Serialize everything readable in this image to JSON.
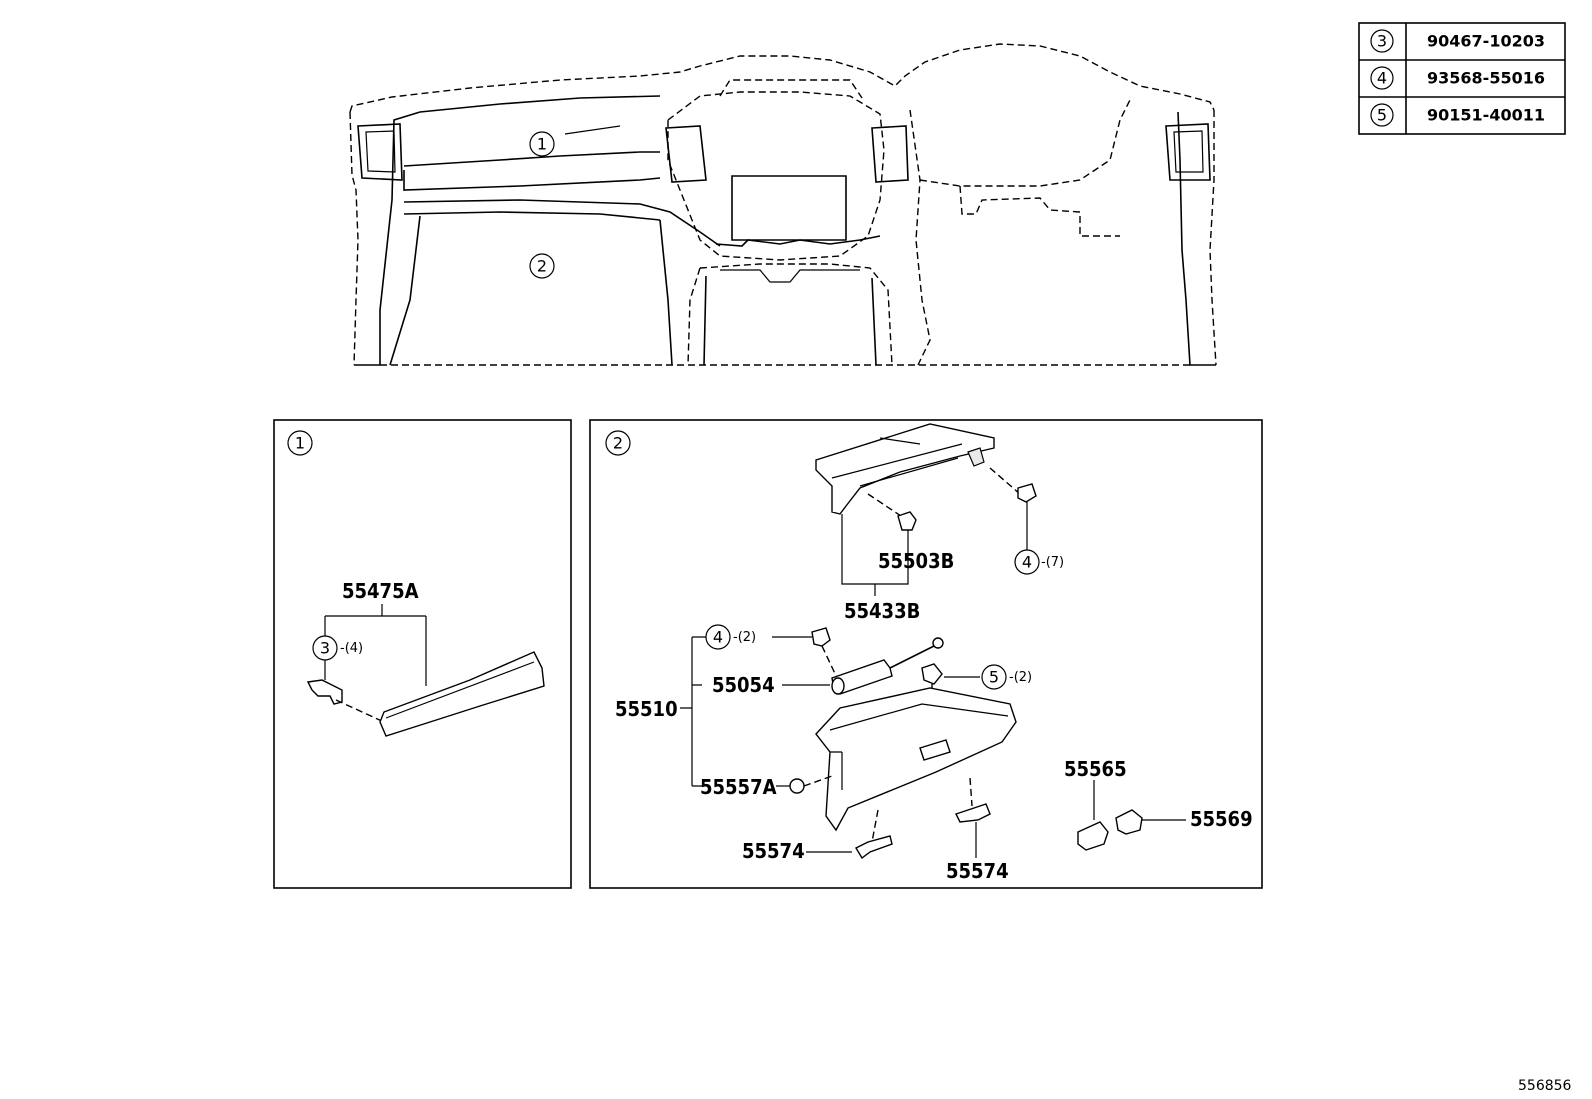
{
  "parts_table": [
    {
      "ref": "3",
      "part_no": "90467-10203"
    },
    {
      "ref": "4",
      "part_no": "93568-55016"
    },
    {
      "ref": "5",
      "part_no": "90151-40011"
    }
  ],
  "overview": {
    "ref_1": "1",
    "ref_2": "2"
  },
  "panel_1": {
    "ref": "1",
    "part_55475A": "55475A",
    "clip_ref": "3",
    "clip_qty": "-(4)"
  },
  "panel_2": {
    "ref": "2",
    "part_55503B": "55503B",
    "part_55433B": "55433B",
    "screw_ref_top": "4",
    "screw_qty_top": "-(7)",
    "screw_ref_mid": "4",
    "screw_qty_mid": "-(2)",
    "part_55054": "55054",
    "part_55510": "55510",
    "part_55557A": "55557A",
    "clip_ref": "5",
    "clip_qty": "-(2)",
    "part_55574_left": "55574",
    "part_55574_right": "55574",
    "part_55565": "55565",
    "part_55569": "55569"
  },
  "diagram_id": "556856"
}
